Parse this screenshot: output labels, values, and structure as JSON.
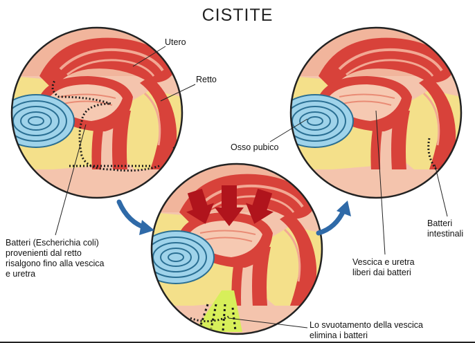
{
  "title": "CISTITE",
  "labels": {
    "utero": "Utero",
    "retto": "Retto",
    "osso_pubico": "Osso pubico",
    "batteri_line1": "Batteri (Escherichia coli)",
    "batteri_line2": "provenienti dal retto",
    "batteri_line3": "risalgono fino alla vescica",
    "batteri_line4": "e uretra",
    "vescica_line1": "Vescica e uretra",
    "vescica_line2": "liberi dai batteri",
    "intestinali_line1": "Batteri",
    "intestinali_line2": "intestinali",
    "svuotamento_line1": "Lo svuotamento della vescica",
    "svuotamento_line2": "elimina i batteri"
  },
  "colors": {
    "tissue_red": "#d8423a",
    "tissue_light": "#f2a894",
    "fat_yellow": "#f4e08a",
    "bone_blue": "#9fd3ea",
    "arrow_blue": "#2f6aa8",
    "arrow_red": "#b0141c",
    "bacteria": "#1a1a1a",
    "urine_green": "#d7ef5a"
  }
}
